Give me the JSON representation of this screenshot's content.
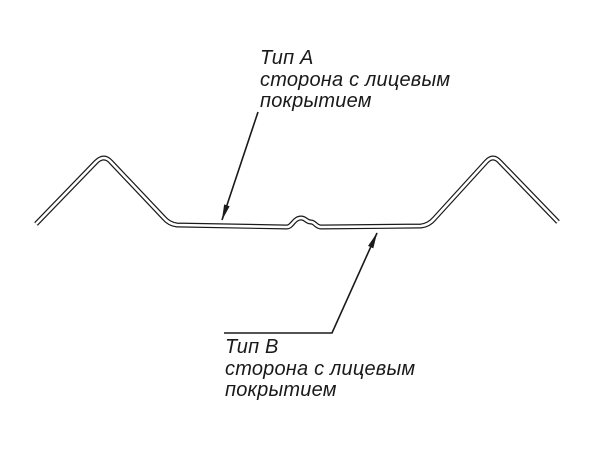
{
  "labels": {
    "top": {
      "line1": "Тип А",
      "line2": "сторона с лицевым",
      "line3": "покрытием"
    },
    "bottom": {
      "line1": "Тип В",
      "line2": "сторона с лицевым",
      "line3": "покрытием"
    }
  },
  "colors": {
    "line": "#1a1a1a",
    "background": "#ffffff"
  }
}
